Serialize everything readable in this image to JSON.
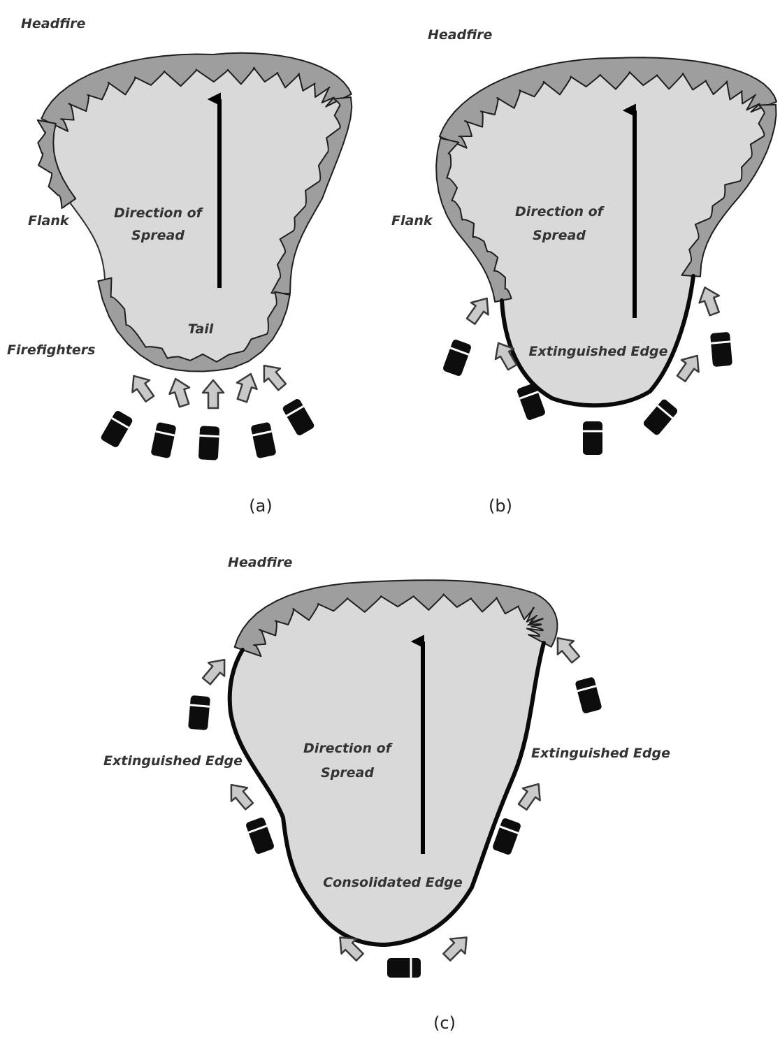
{
  "panels": {
    "a": {
      "caption": "(a)",
      "headfire": "Headfire",
      "flank": "Flank",
      "direction": [
        "Direction of",
        "Spread"
      ],
      "tail": "Tail",
      "firefighters": "Firefighters"
    },
    "b": {
      "caption": "(b)",
      "headfire": "Headfire",
      "flank": "Flank",
      "direction": [
        "Direction of",
        "Spread"
      ],
      "extinguished": "Extinguished Edge"
    },
    "c": {
      "caption": "(c)",
      "headfire": "Headfire",
      "direction": [
        "Direction of",
        "Spread"
      ],
      "extinguished_left": "Extinguished Edge",
      "extinguished_right": "Extinguished Edge",
      "consolidated": "Consolidated Edge"
    }
  },
  "colors": {
    "burned_area": "#d9d9d9",
    "flames": "#9e9e9e",
    "extinguished_edge": "#0a0a0a",
    "attack_arrows": "#c9c9c9",
    "firefighters": "#0d0d0d"
  }
}
